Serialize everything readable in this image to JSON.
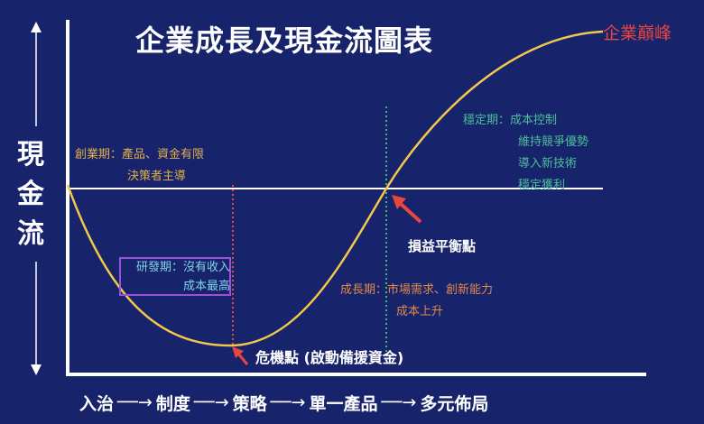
{
  "title": "企業成長及現金流圖表",
  "y_axis_label": "現金流",
  "peak_label": "企業巔峰",
  "phases": {
    "startup": {
      "line1": "創業期：產品、資金有限",
      "line2": "決策者主導"
    },
    "rnd": {
      "line1": "研發期：沒有收入",
      "line2": "成本最高"
    },
    "growth": {
      "line1": "成長期：市場需求、創新能力",
      "line2": "成本上升"
    },
    "stable": {
      "line1": "穩定期：成本控制",
      "line2": "維持競爭優勢",
      "line3": "導入新技術",
      "line4": "穩定獲利"
    }
  },
  "annotations": {
    "breakeven": "損益平衡點",
    "crisis": "危機點 (啟動備援資金)"
  },
  "stages": {
    "s1": "入治",
    "s2": "制度",
    "s3": "策略",
    "s4": "單一產品",
    "s5": "多元佈局",
    "arrow": "──→"
  },
  "colors": {
    "background": "#17236b",
    "curve": "#f2c94c",
    "breakeven_line": "#3dbb6a",
    "crisis_line": "#e8463e",
    "pointer_arrow": "#e8463e"
  }
}
